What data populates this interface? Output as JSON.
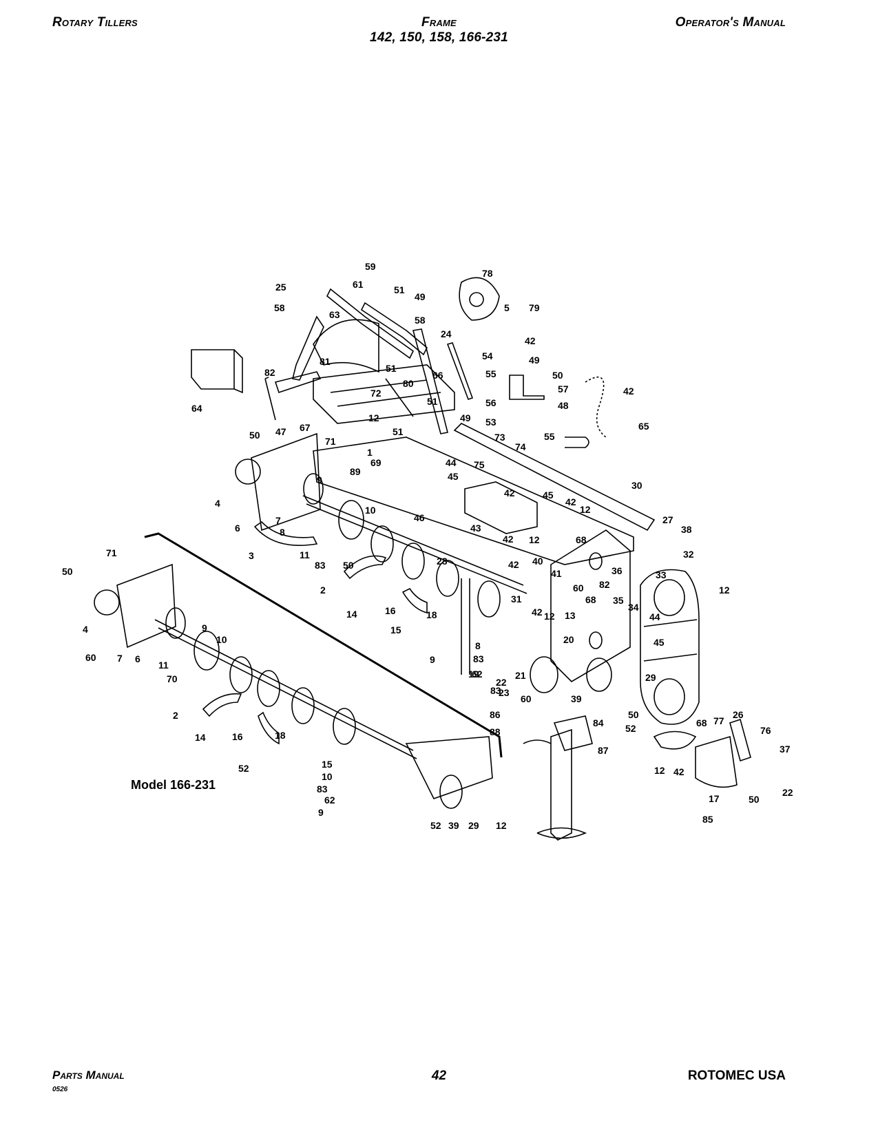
{
  "header": {
    "left": "Rotary Tillers",
    "center_title": "Frame",
    "center_models": "142, 150, 158, 166-231",
    "right": "Operator's Manual"
  },
  "diagram": {
    "model_label": "Model 166-231",
    "callouts": [
      "59",
      "78",
      "25",
      "61",
      "51",
      "49",
      "79",
      "5",
      "58",
      "63",
      "58",
      "24",
      "42",
      "54",
      "64",
      "81",
      "51",
      "49",
      "82",
      "66",
      "55",
      "50",
      "80",
      "57",
      "42",
      "72",
      "51",
      "56",
      "48",
      "12",
      "49",
      "53",
      "47",
      "67",
      "51",
      "65",
      "73",
      "50",
      "71",
      "1",
      "69",
      "55",
      "74",
      "89",
      "44",
      "75",
      "45",
      "30",
      "42",
      "45",
      "42",
      "46",
      "9",
      "43",
      "12",
      "27",
      "42",
      "12",
      "4",
      "6",
      "7",
      "8",
      "10",
      "68",
      "38",
      "3",
      "11",
      "83",
      "50",
      "28",
      "42",
      "40",
      "41",
      "32",
      "71",
      "50",
      "2",
      "36",
      "82",
      "33",
      "31",
      "42",
      "60",
      "12",
      "35",
      "34",
      "44",
      "16",
      "14",
      "18",
      "68",
      "13",
      "12",
      "4",
      "9",
      "15",
      "10",
      "20",
      "45",
      "60",
      "6",
      "7",
      "8",
      "83",
      "62",
      "9",
      "19",
      "21",
      "22",
      "70",
      "11",
      "83",
      "23",
      "39",
      "29",
      "50",
      "60",
      "86",
      "84",
      "88",
      "2",
      "52",
      "14",
      "16",
      "18",
      "87",
      "68",
      "77",
      "26",
      "76",
      "12",
      "37",
      "42",
      "52",
      "15",
      "10",
      "83",
      "62",
      "9",
      "22",
      "85",
      "17",
      "50",
      "52",
      "39",
      "29",
      "12",
      "50"
    ]
  },
  "footer": {
    "left": "Parts Manual",
    "code": "0526",
    "page": "42",
    "right": "ROTOMEC USA"
  },
  "colors": {
    "ink": "#000000",
    "paper": "#ffffff"
  }
}
